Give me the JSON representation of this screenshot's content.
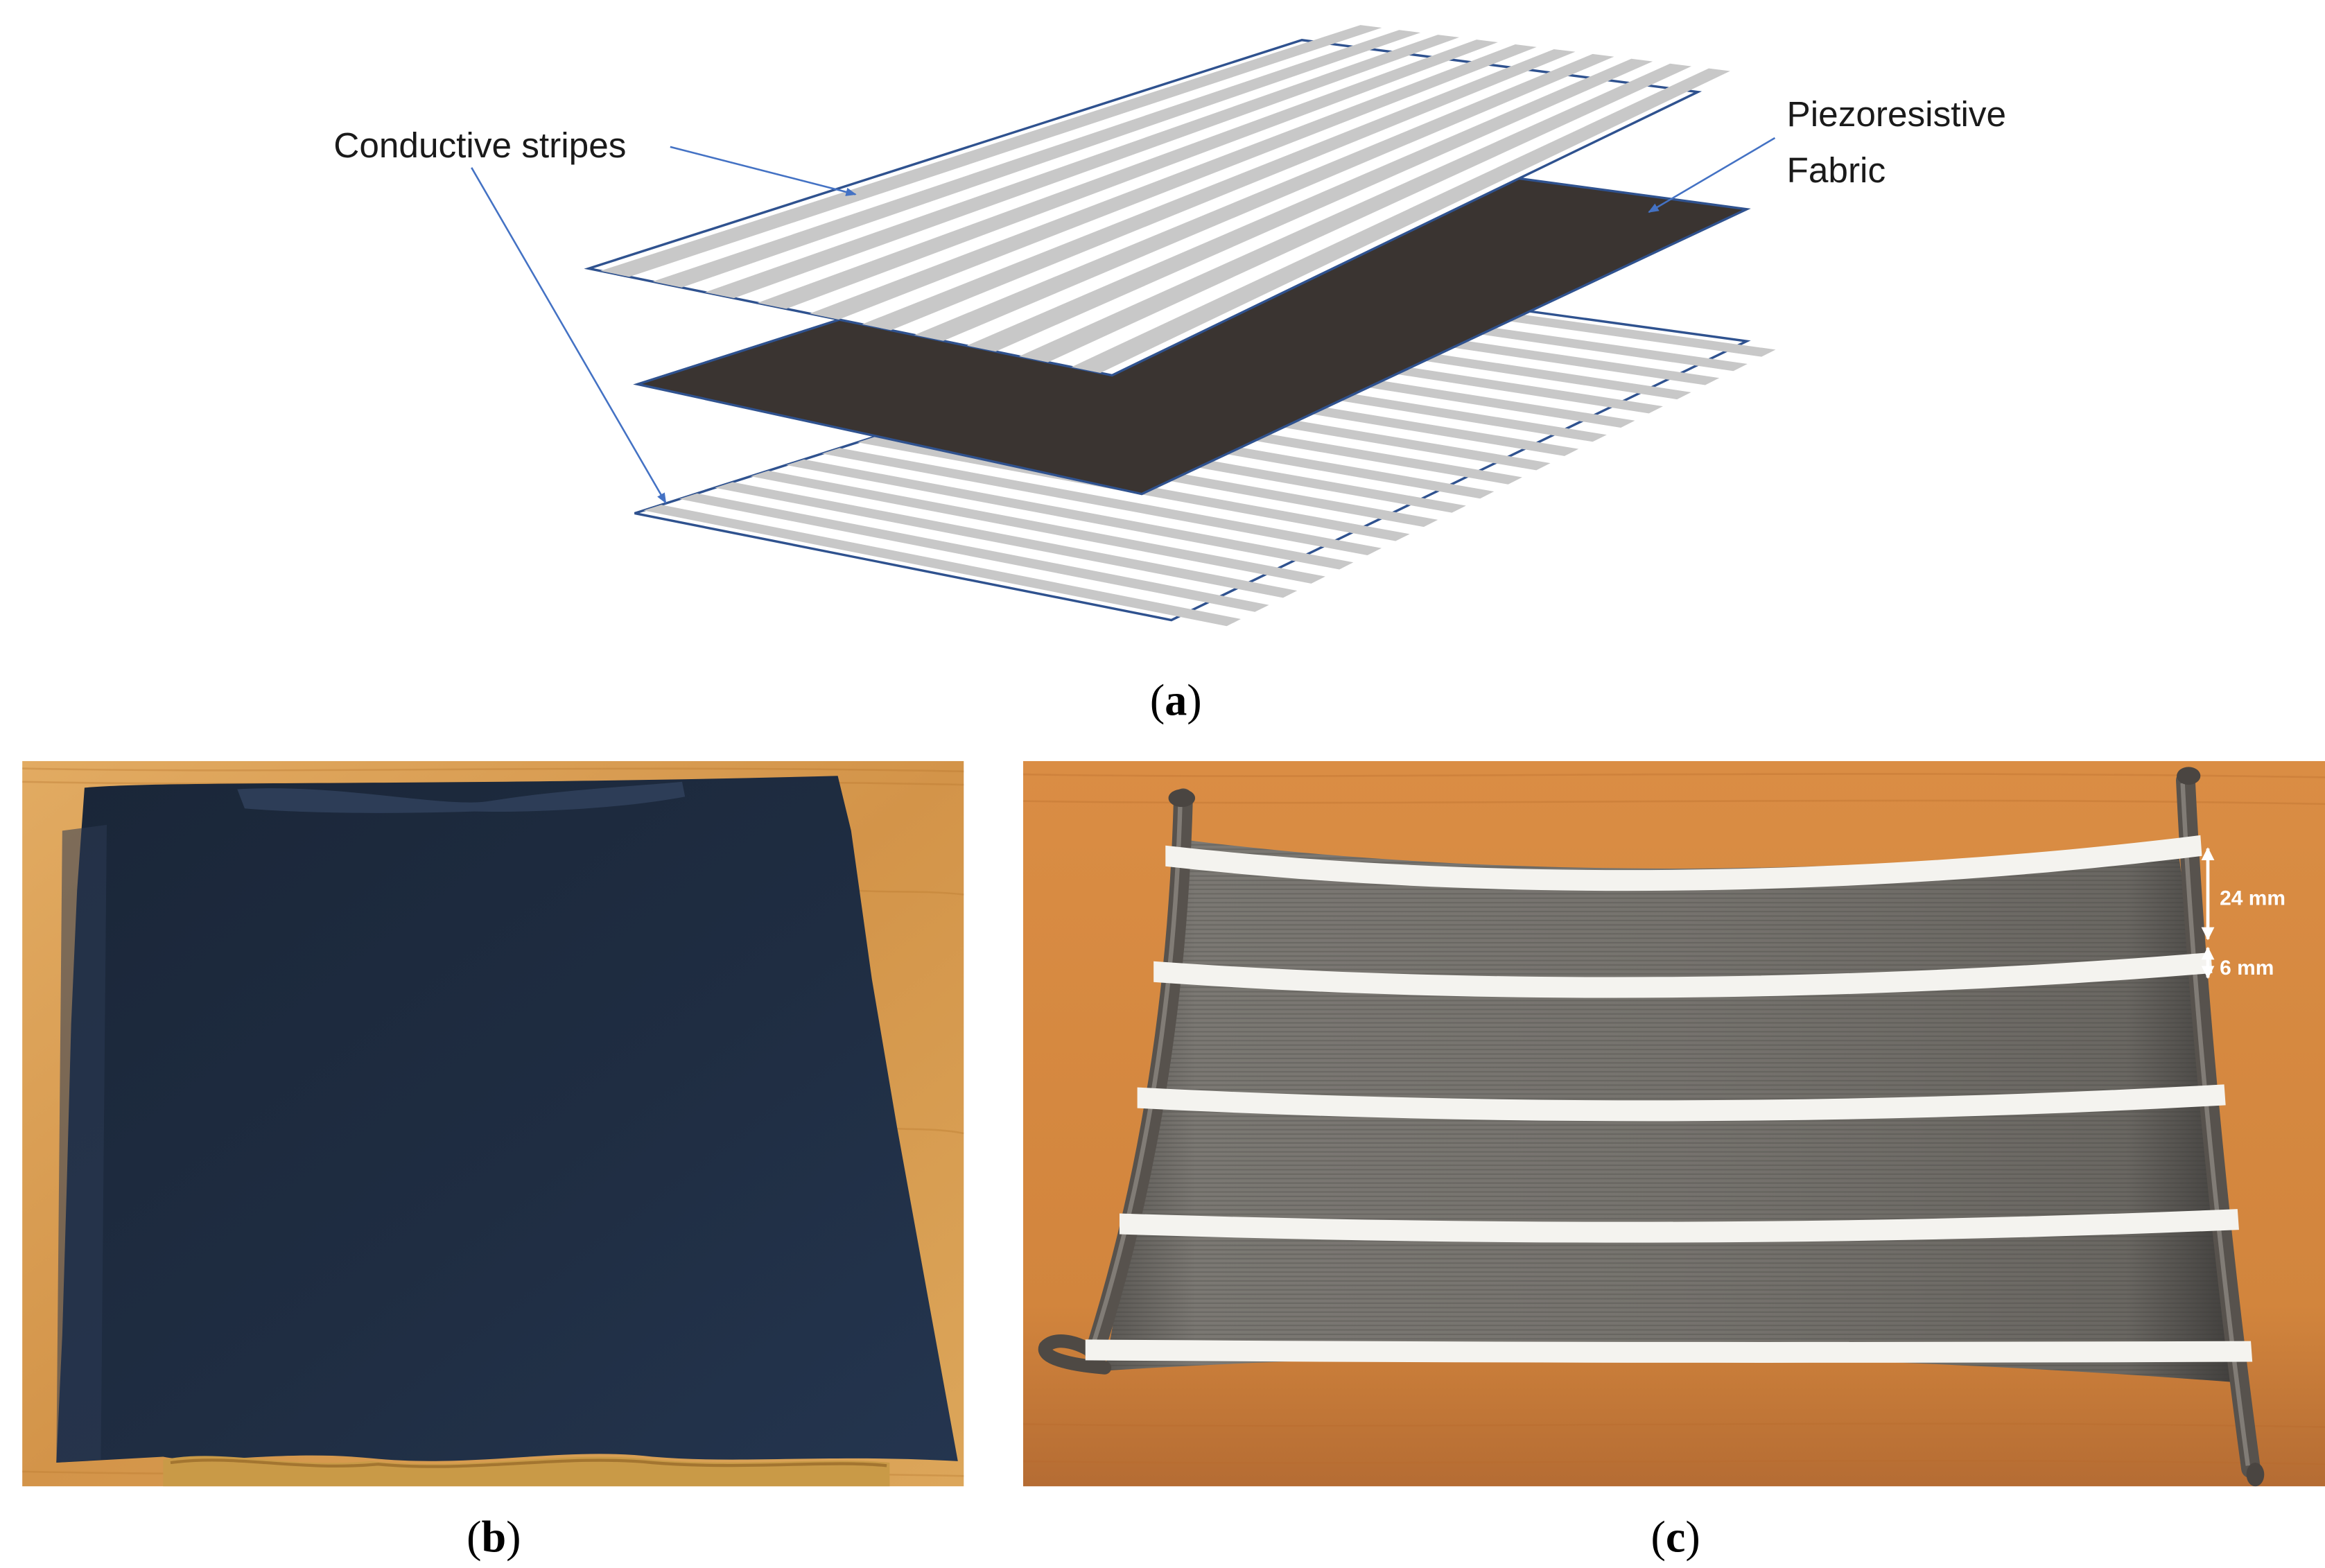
{
  "figure": {
    "panel_a": {
      "conductive_stripes_label": "Conductive stripes",
      "piezoresistive_label_line1": "Piezoresistive",
      "piezoresistive_label_line2": "Fabric",
      "caption": {
        "open": "(",
        "letter": "a",
        "close": ")"
      }
    },
    "panel_b": {
      "caption": {
        "open": "(",
        "letter": "b",
        "close": ")"
      }
    },
    "panel_c": {
      "dimension_gap_label": "24 mm",
      "dimension_stripe_label": "6 mm",
      "caption": {
        "open": "(",
        "letter": "c",
        "close": ")"
      }
    }
  },
  "colors": {
    "callout_line": "#4472c4",
    "sheet_outline": "#2f528f",
    "conductive_stripe": "#c8c8c8",
    "piezoresistive_fabric": "#3a3431",
    "dimension_marker": "#ffffff"
  }
}
